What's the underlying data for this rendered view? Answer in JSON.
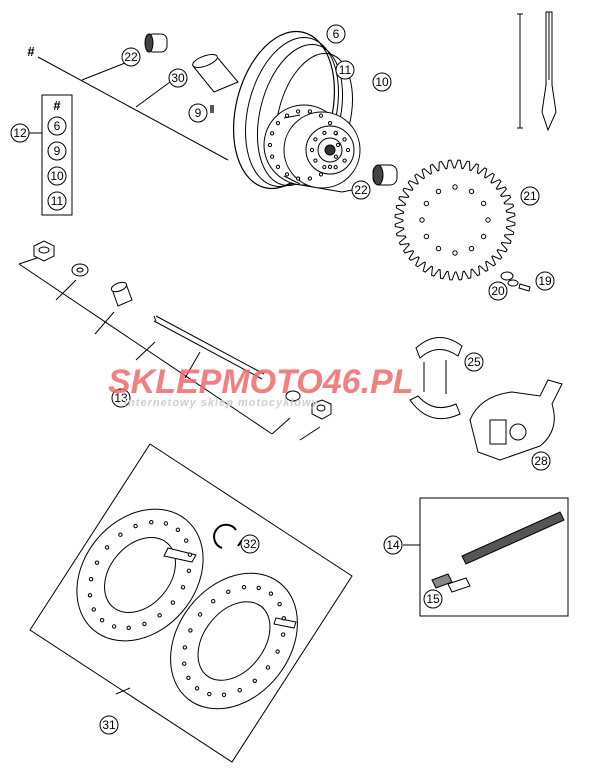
{
  "legend": {
    "hash": "#",
    "items": [
      "6",
      "9",
      "10",
      "11"
    ],
    "callout": "12"
  },
  "callouts": {
    "c6": "6",
    "c9": "9",
    "c10": "10",
    "c11": "11",
    "c13": "13",
    "c14": "14",
    "c15": "15",
    "c19": "19",
    "c20": "20",
    "c21": "21",
    "c22a": "22",
    "c22b": "22",
    "c25": "25",
    "c28": "28",
    "c30": "30",
    "c31": "31",
    "c32": "32"
  },
  "hash_mark": "#",
  "watermark": {
    "brand_a": "SKLEP",
    "brand_b": "MOTO",
    "brand_c": "46",
    "brand_d": ".PL",
    "tagline": "internetowy sklep motocyklowy"
  }
}
